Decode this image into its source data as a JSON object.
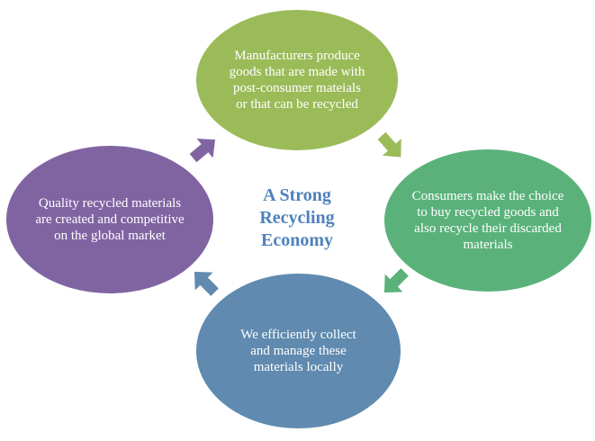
{
  "center": {
    "title_lines": [
      "A Strong",
      "Recycling",
      "Economy"
    ]
  },
  "nodes": {
    "top": {
      "text": "Manufacturers produce goods that are made with post-consumer mateials or that can be recycled",
      "color": "#9bbb59"
    },
    "right": {
      "text": "Consumers make the choice to buy recycled goods and also recycle their discarded materials",
      "color": "#5ab27a"
    },
    "bottom": {
      "text": "We efficiently collect and manage these materials locally",
      "color": "#608aaf"
    },
    "left": {
      "text": "Quality recycled materials are created and competitive on the global market",
      "color": "#8064a2"
    }
  },
  "arrows": {
    "top_to_right": {
      "color": "#9bbb59"
    },
    "right_to_bottom": {
      "color": "#5ab27a"
    },
    "bottom_to_left": {
      "color": "#608aaf"
    },
    "left_to_top": {
      "color": "#8064a2"
    }
  }
}
